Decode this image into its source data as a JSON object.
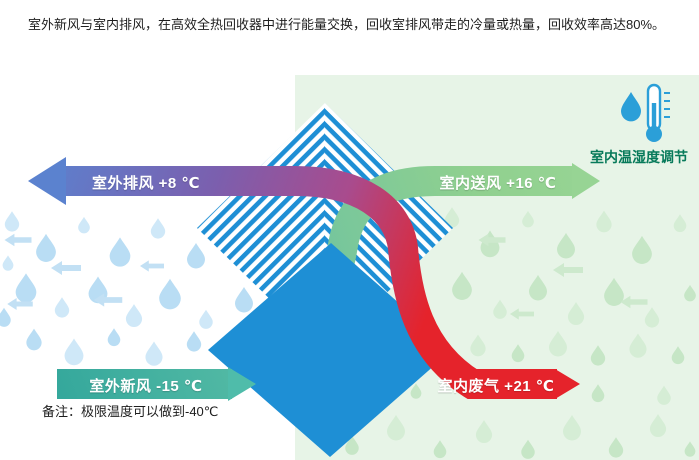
{
  "header": {
    "title": "室外新风与室内排风，在高效全热回收器中进行能量交换，回收室排风带走的冷量或热量，回收效率高达80%。"
  },
  "flows": {
    "outdoor_exhaust": {
      "label": "室外排风 +8 ℃"
    },
    "indoor_supply": {
      "label": "室内送风 +16 ℃"
    },
    "outdoor_fresh": {
      "label": "室外新风 -15 ℃"
    },
    "indoor_waste": {
      "label": "室内废气 +21 ℃"
    }
  },
  "hvac_control": {
    "label": "室内温湿度调节"
  },
  "footnote": {
    "text": "备注：极限温度可以做到-40℃"
  },
  "icons": {
    "climate": [
      "droplet-icon",
      "thermometer-icon"
    ]
  },
  "colors": {
    "indoor_bg": "#e7f4e7",
    "exchanger_blue": "#1e8fd5",
    "exhaust_blue": "#5b82cf",
    "exhaust_purple": "#7b5fae",
    "waste_red": "#e5232b",
    "fresh_teal": "#35a89c",
    "supply_green": "#97d494",
    "icon_blue": "#2b9fd8",
    "hvac_text": "#077a5a"
  }
}
